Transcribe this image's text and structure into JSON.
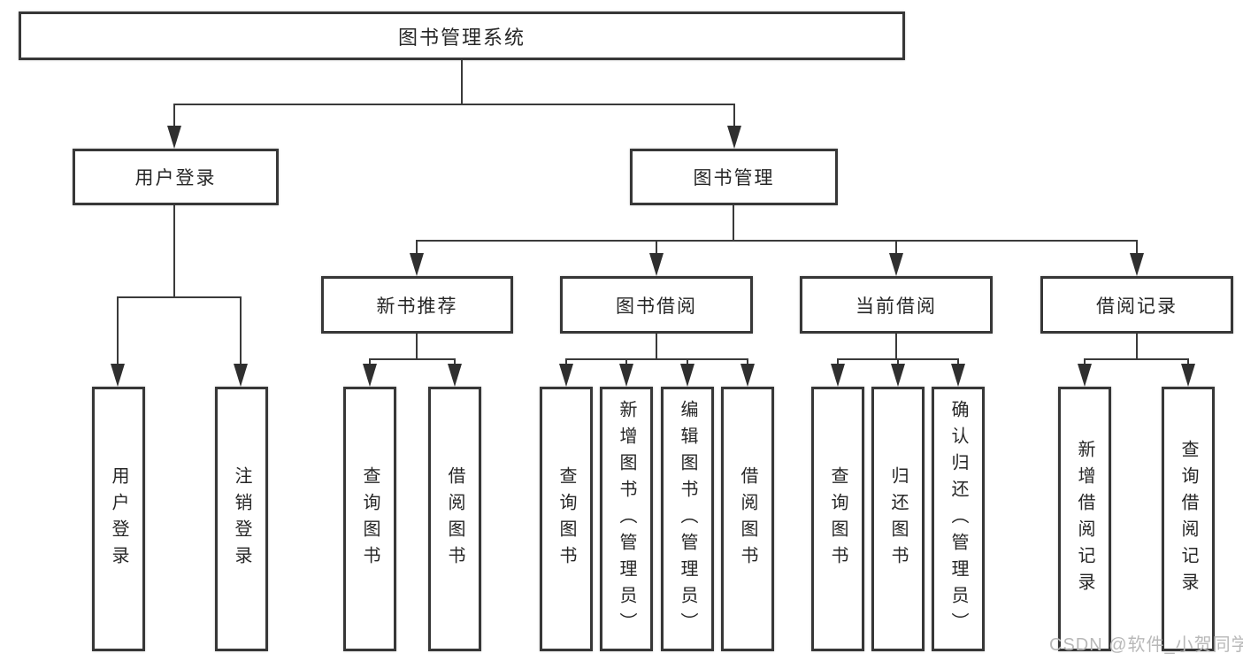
{
  "nodes": {
    "root": {
      "label": "图书管理系统"
    },
    "user_login": {
      "label": "用户登录"
    },
    "book_mgmt": {
      "label": "图书管理"
    },
    "new_books": {
      "label": "新书推荐"
    },
    "book_borrow": {
      "label": "图书借阅"
    },
    "current_borrow": {
      "label": "当前借阅"
    },
    "borrow_records": {
      "label": "借阅记录"
    },
    "leaf_user_login": {
      "label": "用户登录"
    },
    "leaf_logout": {
      "label": "注销登录"
    },
    "leaf_nb_query": {
      "label": "查询图书"
    },
    "leaf_nb_borrow": {
      "label": "借阅图书"
    },
    "leaf_bb_query": {
      "label": "查询图书"
    },
    "leaf_bb_add": {
      "label": "新增图书（管理员）"
    },
    "leaf_bb_edit": {
      "label": "编辑图书（管理员）"
    },
    "leaf_bb_borrow": {
      "label": "借阅图书"
    },
    "leaf_cb_query": {
      "label": "查询图书"
    },
    "leaf_cb_return": {
      "label": "归还图书"
    },
    "leaf_cb_confirm": {
      "label": "确认归还（管理员）"
    },
    "leaf_br_add": {
      "label": "新增借阅记录"
    },
    "leaf_br_query": {
      "label": "查询借阅记录"
    }
  },
  "watermark": {
    "text": "CSDN @软件_小贺同学"
  },
  "colors": {
    "line": "#3a3a3a",
    "box_border": "#373737",
    "text": "#262626",
    "watermark": "#b8b8b8",
    "background": "#ffffff"
  }
}
